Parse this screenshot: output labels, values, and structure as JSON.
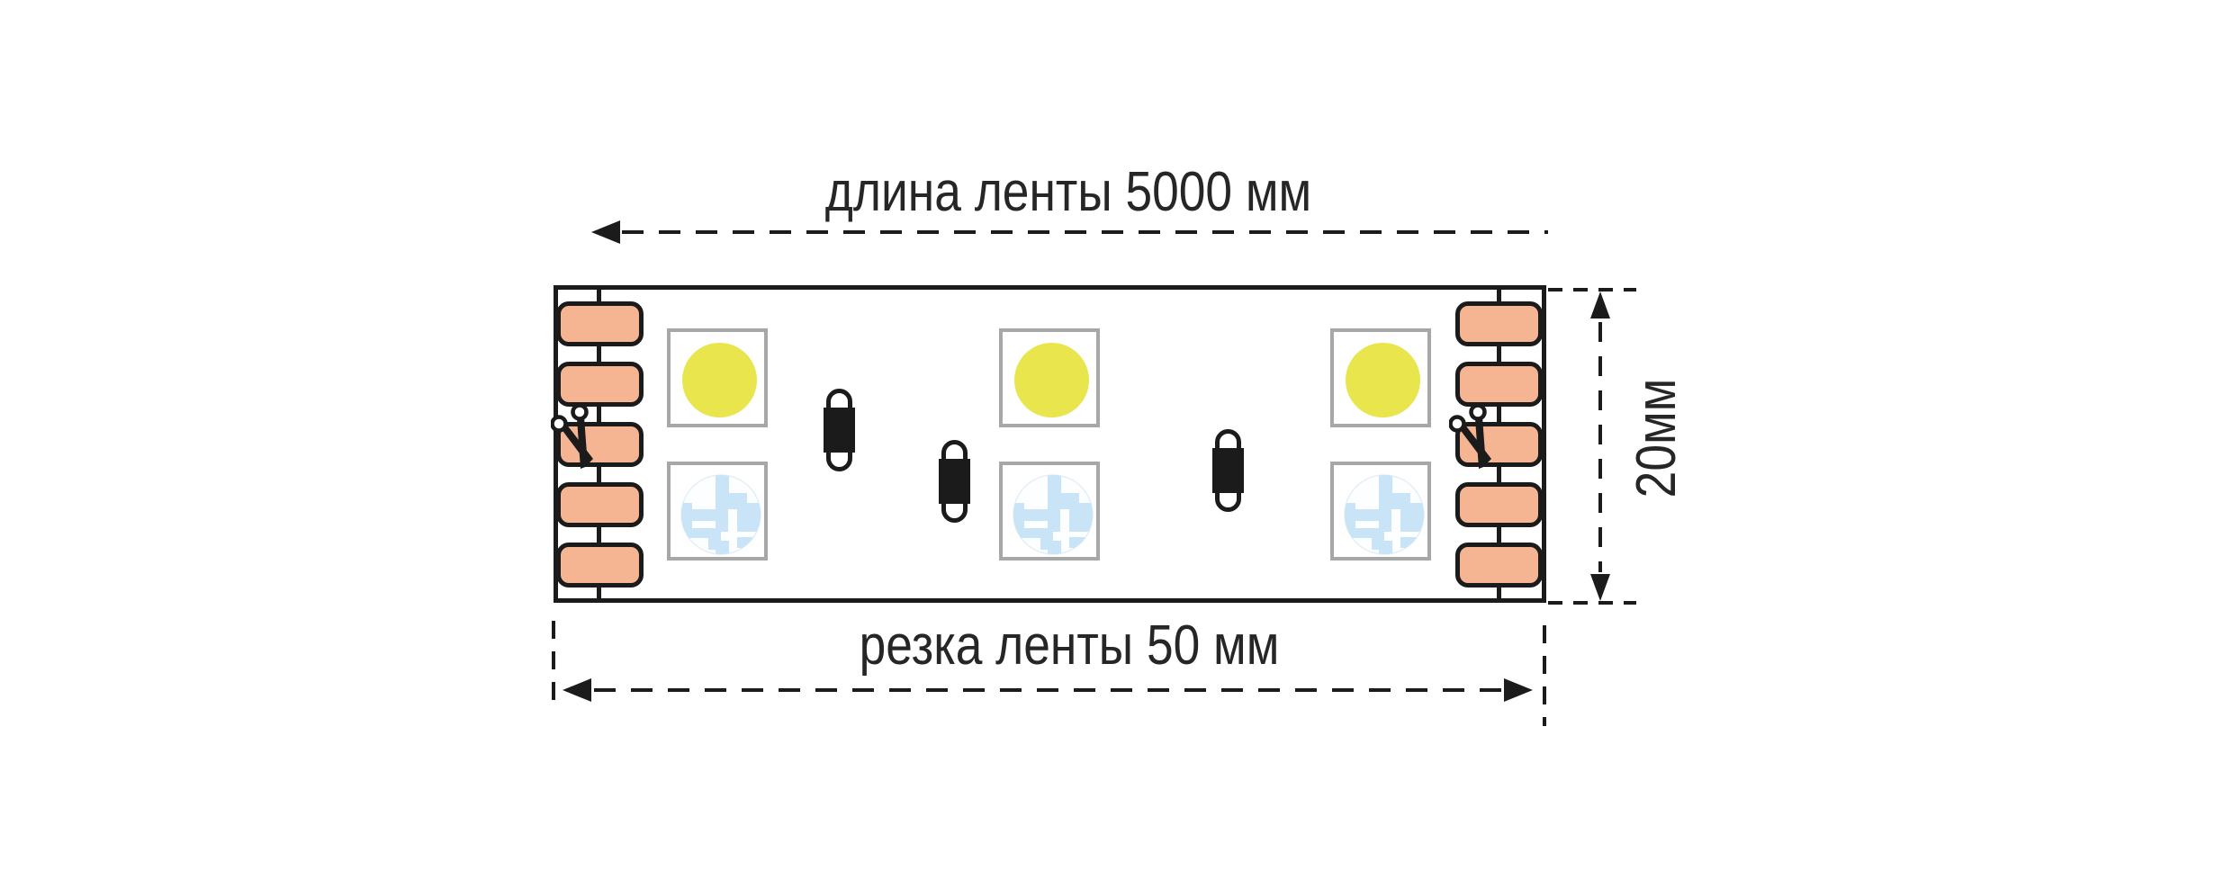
{
  "labels": {
    "strip_length": "длина ленты 5000 мм",
    "cut_length": "резка ленты 50 мм",
    "strip_width": "20мм"
  },
  "colors": {
    "background": "#ffffff",
    "line_color": "#1b1b1b",
    "pad_fill": "#f5b593",
    "led_yellow": "#e8e64c",
    "chip_trace_blue": "#c8e4f6",
    "module_border_gray": "#a7a7a7"
  },
  "structure": {
    "pads_per_group": 5,
    "pad_groups": 2,
    "led_modules": 3,
    "rgb_chips": 3,
    "resistors": 3,
    "cut_marks": 2
  }
}
